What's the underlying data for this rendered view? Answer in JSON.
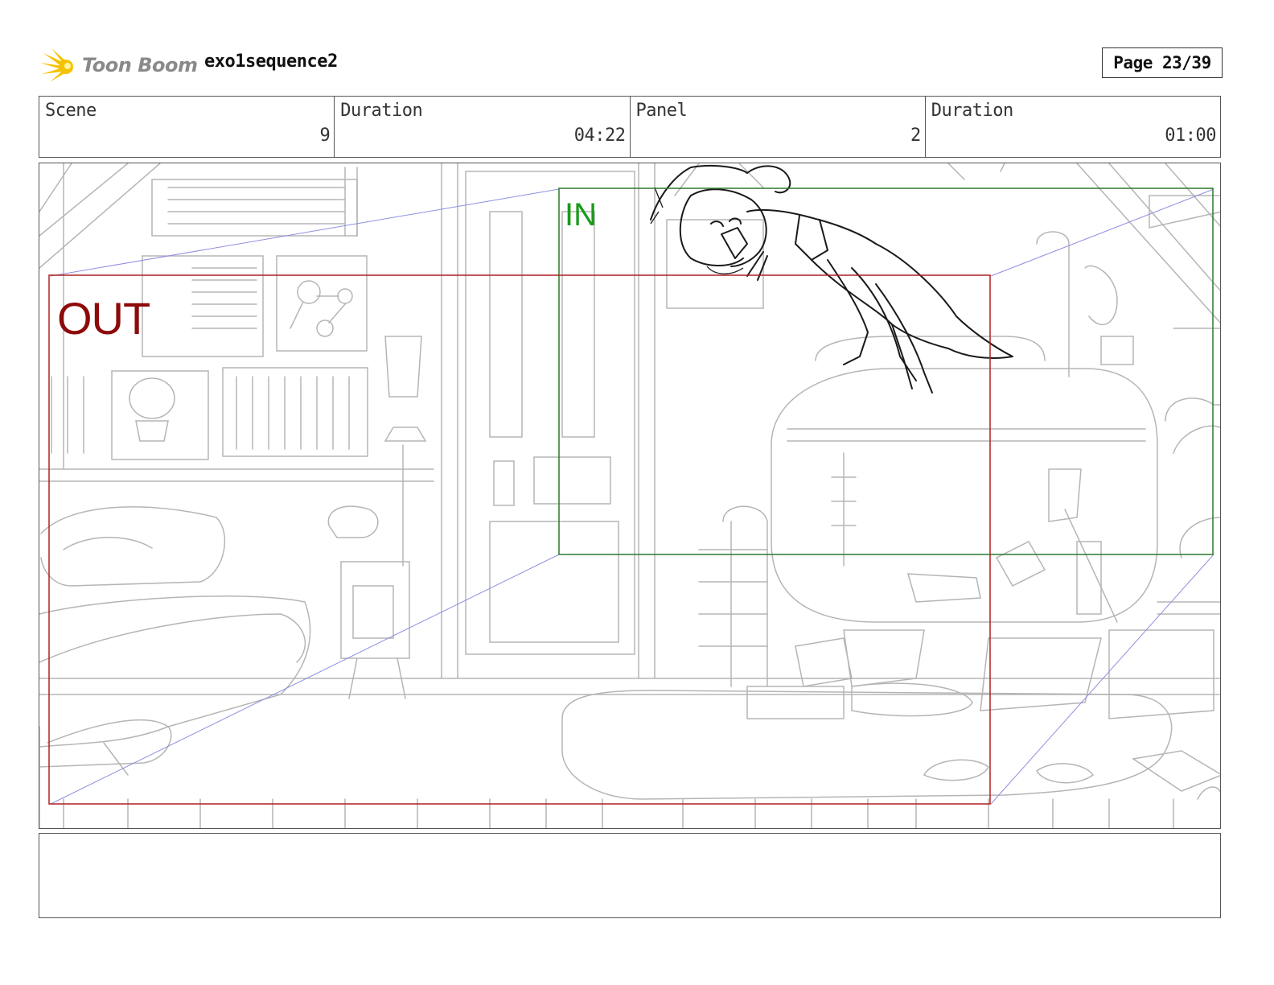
{
  "header": {
    "logo_text": "Toon Boom",
    "sequence_title": "exo1sequence2",
    "page_label": "Page 23/39"
  },
  "info": {
    "scene_label": "Scene",
    "scene_value": "9",
    "scene_duration_label": "Duration",
    "scene_duration_value": "04:22",
    "panel_label": "Panel",
    "panel_value": "2",
    "panel_duration_label": "Duration",
    "panel_duration_value": "01:00"
  },
  "frame": {
    "out_label": "OUT",
    "in_label": "IN",
    "colors": {
      "out_box": "#b02020",
      "in_box": "#2a7a2a",
      "guide_lines": "#8f8fe0",
      "sketch": "#b5b5b5"
    }
  },
  "notes": {
    "text": ""
  }
}
